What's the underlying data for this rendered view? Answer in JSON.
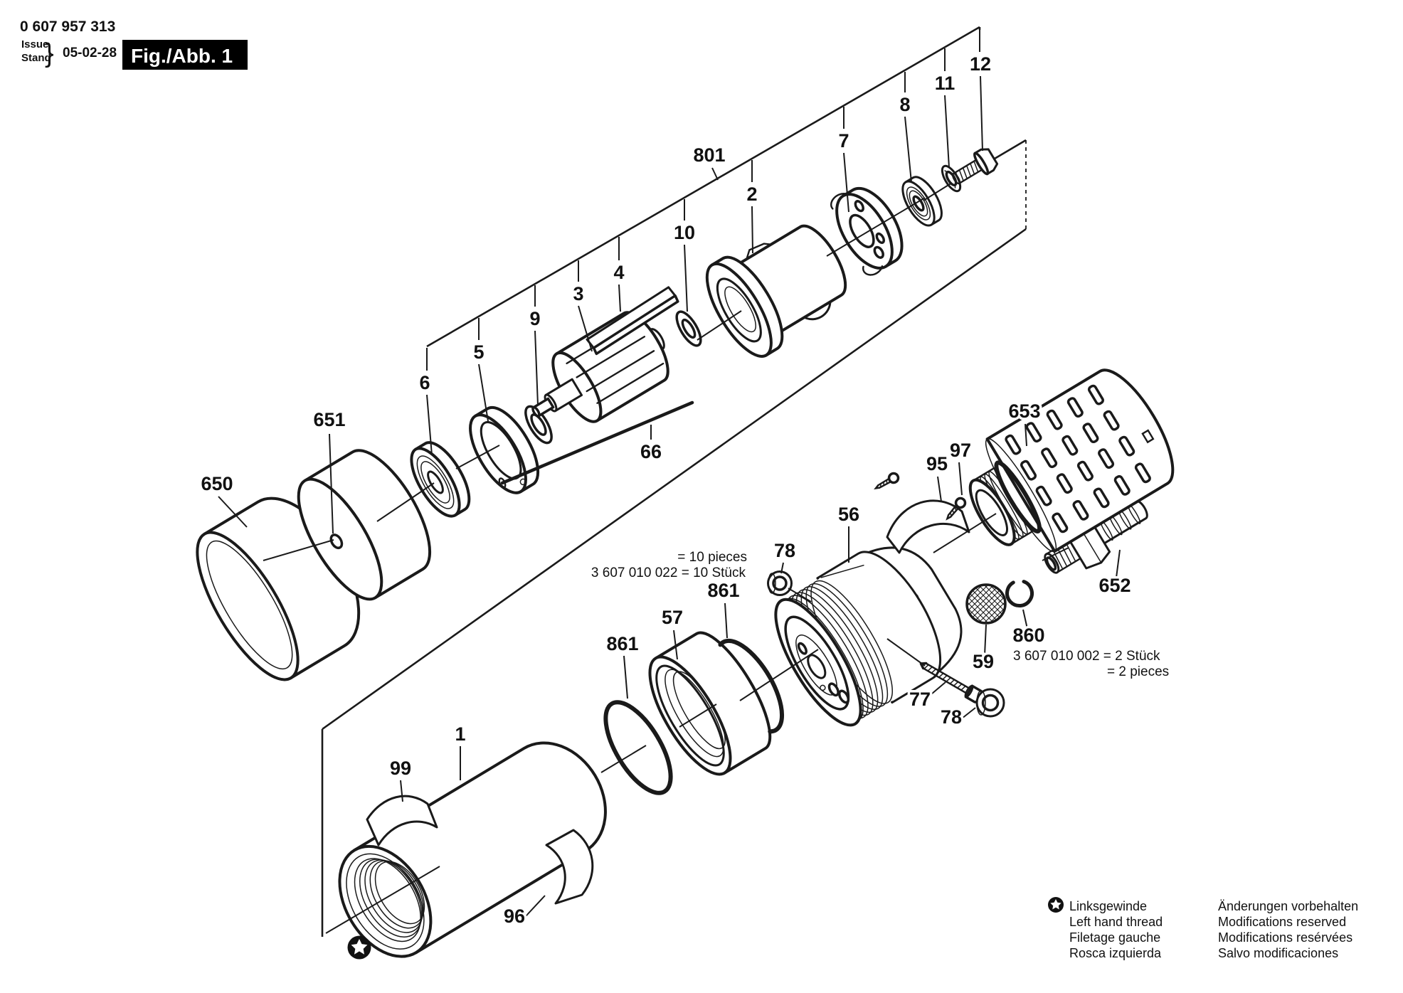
{
  "header": {
    "part_number": "0 607 957 313",
    "issue_label": "Issue",
    "stand_label": "Stand",
    "brace": "}",
    "date": "05-02-28",
    "figure_label": "Fig./Abb. 1"
  },
  "notes": {
    "pack10": [
      "= 10 pieces",
      "3 607 010 022 = 10 Stück"
    ],
    "pack2": [
      "3 607 010 002 = 2 Stück",
      "= 2 pieces"
    ]
  },
  "legend": {
    "left_hand_thread": [
      "Linksgewinde",
      "Left hand thread",
      "Filetage gauche",
      "Rosca izquierda"
    ],
    "modifications": [
      "Änderungen vorbehalten",
      "Modifications reserved",
      "Modifications resérvées",
      "Salvo modificaciones"
    ]
  },
  "labels": {
    "p801": "801",
    "p2": "2",
    "p7": "7",
    "p8": "8",
    "p11": "11",
    "p12": "12",
    "p10": "10",
    "p4": "4",
    "p3": "3",
    "p9": "9",
    "p5": "5",
    "p6": "6",
    "p651": "651",
    "p650": "650",
    "p66": "66",
    "p653": "653",
    "p95": "95",
    "p97": "97",
    "p56": "56",
    "p78a": "78",
    "p861a": "861",
    "p57": "57",
    "p861b": "861",
    "p59": "59",
    "p77": "77",
    "p78b": "78",
    "p860": "860",
    "p652": "652",
    "p96": "96",
    "p99": "99",
    "p1": "1"
  },
  "colors": {
    "ink": "#1a1a1a",
    "paper": "#ffffff"
  }
}
